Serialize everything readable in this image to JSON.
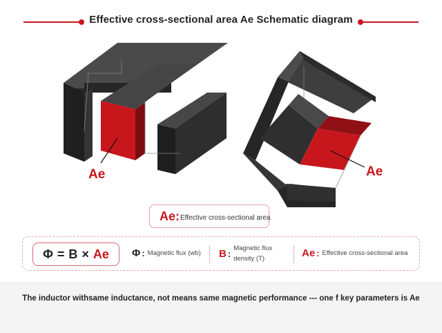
{
  "title": "Effective cross-sectional area Ae  Schematic diagram",
  "core_label_left": "Ae",
  "core_label_right": "Ae",
  "definition": {
    "symbol": "Ae",
    "colon": ":",
    "text": "Effective cross-sectional area"
  },
  "formula": {
    "phi": "Φ",
    "equals": "=",
    "b": "B",
    "times": "×",
    "ae": "Ae"
  },
  "legend": [
    {
      "symbol": "Φ",
      "colon": ":",
      "text": "Magnetic flux (wb)"
    },
    {
      "symbol": "B",
      "colon": ":",
      "text_line1": "Magnetic flux",
      "text_line2": "density (T)"
    },
    {
      "symbol": "Ae",
      "colon": ":",
      "text": "Effective cross-sectional area"
    }
  ],
  "footer": "The inductor withsame inductance, not means same magnetic performance --- one f key parameters is Ae",
  "colors": {
    "accent_red": "#c8161d",
    "core_black": "#2a2a2a",
    "footer_bg": "#f4f4f4"
  }
}
